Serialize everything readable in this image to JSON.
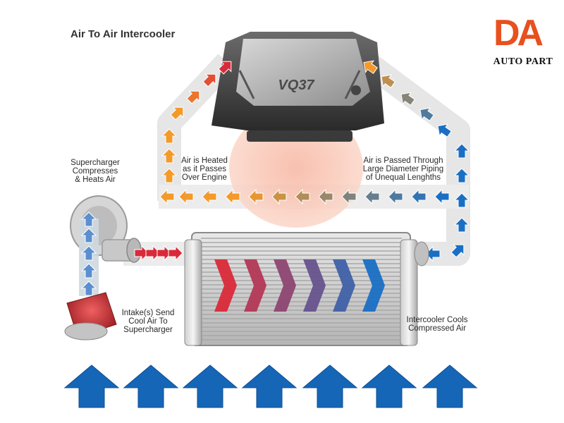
{
  "title": "Air To Air Intercooler",
  "brand": {
    "logo_text": "DA",
    "name": "AUTO PART",
    "color": "#e8501e"
  },
  "engine_label": "VQ37",
  "labels": {
    "supercharger": [
      "Supercharger",
      "Compresses",
      "& Heats Air"
    ],
    "heated": [
      "Air is Heated",
      "as it Passes",
      "Over Engine"
    ],
    "passed": [
      "Air is Passed Through",
      "Large Diameter Piping",
      "of Unequal Lenghths"
    ],
    "intake": [
      "Intake(s) Send",
      "Cool Air To",
      "Supercharger"
    ],
    "cools": [
      "Intercooler Cools",
      "Compressed Air"
    ]
  },
  "colors": {
    "hot": "#d92a3a",
    "warm": "#f39a2a",
    "cool": "#1a6fc4",
    "arrow_big": "#1566b7"
  }
}
